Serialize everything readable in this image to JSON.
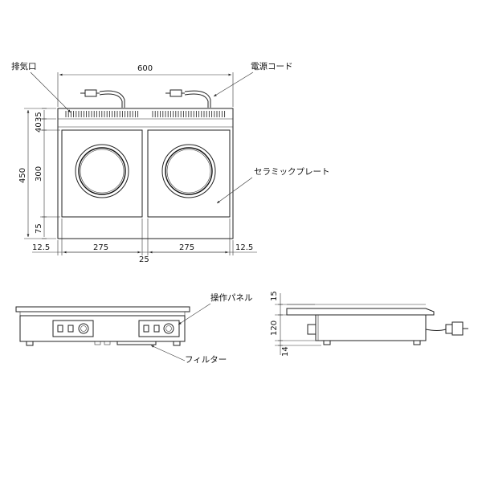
{
  "labels": {
    "exhaust_port": "排気口",
    "power_cord": "電源コード",
    "ceramic_plate": "セラミックプレート",
    "control_panel": "操作パネル",
    "filter": "フィルター"
  },
  "dimensions": {
    "width_total": "600",
    "depth_total": "450",
    "top_35": "35",
    "top_40": "40",
    "plate_300": "300",
    "front_75": "75",
    "left_margin": "12.5",
    "plate_left": "275",
    "plate_right": "275",
    "right_margin": "12.5",
    "gap": "25",
    "top_thickness": "15",
    "body_height": "120",
    "leg_height": "14"
  }
}
